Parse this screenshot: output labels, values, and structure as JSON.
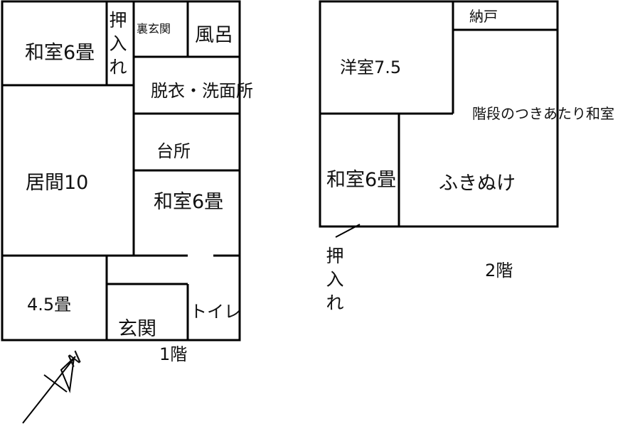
{
  "floor1": {
    "caption": "1階",
    "rooms": {
      "washitsu_top": "和室6畳",
      "oshiire_chars": [
        "押",
        "入",
        "れ"
      ],
      "uragenkan": "裏玄関",
      "furo": "風呂",
      "datsui": "脱衣・洗面所",
      "daidokoro": "台所",
      "ima": "居間10",
      "washitsu_mid": "和室6畳",
      "yojohan": "4.5畳",
      "genkan": "玄関",
      "toilet": "トイレ"
    }
  },
  "floor2": {
    "caption": "2階",
    "rooms": {
      "nando": "納戸",
      "yoshitsu": "洋室7.5",
      "kaidan": "階段のつきあたり和室",
      "washitsu": "和室6畳",
      "fukinuke": "ふきぬけ",
      "oshiire_chars": [
        "押",
        "入",
        "れ"
      ]
    }
  },
  "compass": {
    "north_label": "N"
  }
}
